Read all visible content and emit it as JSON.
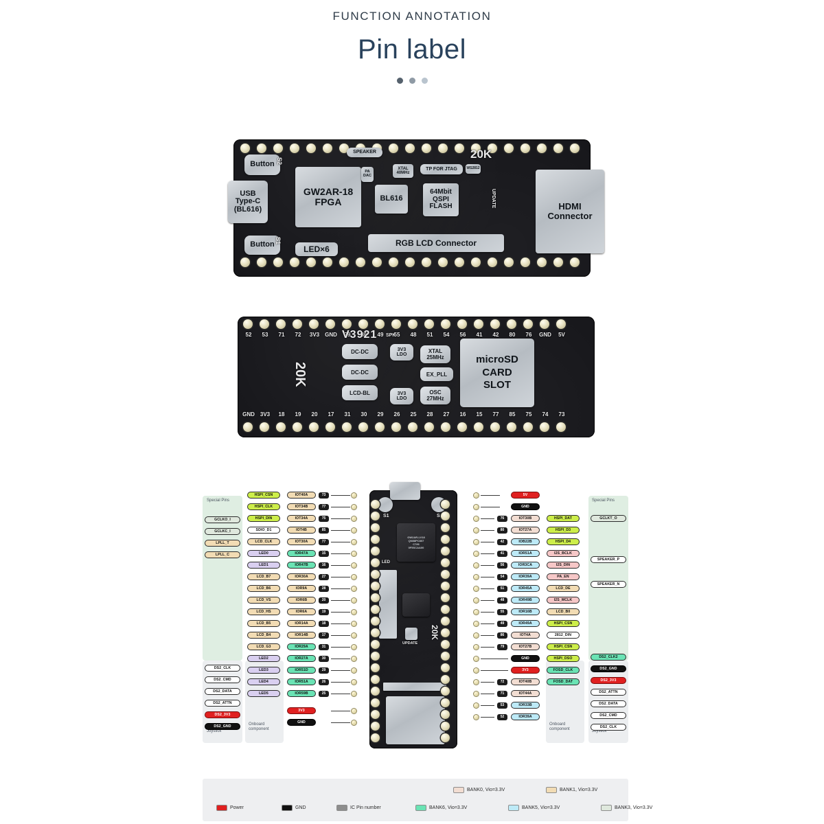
{
  "header": {
    "kicker": "FUNCTION ANNOTATION",
    "title": "Pin label",
    "dots": [
      "active",
      "mid",
      "inactive"
    ]
  },
  "board_front": {
    "labels": {
      "button_top": "Button",
      "button_bottom": "Button",
      "usb": "USB\nType-C\n(BL616)",
      "fpga": "GW2AR-18\nFPGA",
      "speaker": "SPEAKER",
      "led": "LED×6",
      "bl616": "BL616",
      "flash": "64Mbit\nQSPI\nFLASH",
      "jtag": "TP FOR JTAG",
      "xtal": "XTAL\n40MHz",
      "padac": "PA\nDAC",
      "ws2812": "WS2812",
      "twenty_k": "20K",
      "update": "UPDATE",
      "rgb_lcd": "RGB LCD Connector",
      "hdmi": "HDMI\nConnector",
      "s1": "S1",
      "s2": "S2"
    }
  },
  "board_back": {
    "top_pins": [
      "52",
      "53",
      "71",
      "72",
      "3V3",
      "GND",
      "79",
      "86",
      "49",
      "55",
      "48",
      "51",
      "54",
      "56",
      "41",
      "42",
      "80",
      "76",
      "GND",
      "5V"
    ],
    "bottom_pins": [
      "GND",
      "3V3",
      "18",
      "19",
      "20",
      "17",
      "31",
      "30",
      "29",
      "26",
      "25",
      "28",
      "27",
      "16",
      "15",
      "77",
      "85",
      "75",
      "74",
      "73"
    ],
    "labels": {
      "version": "V3921",
      "twenty_k": "20K",
      "dcdc1": "DC-DC",
      "dcdc2": "DC-DC",
      "lcd_bl": "LCD-BL",
      "ldo1": "3V3\nLDO",
      "ldo2": "3V3\nLDO",
      "xtal": "XTAL\n25MHz",
      "expll": "EX_PLL",
      "osc": "OSC\n27MHz",
      "spk": "SPK",
      "sd": "microSD\nCARD\nSLOT"
    }
  },
  "pinmap": {
    "panels": {
      "special_left": "Special Pins",
      "special_right": "Special Pins",
      "onboard_left": "Onboard\ncomponent",
      "onboard_right": "Onboard\ncomponent",
      "joystick_left": "Joystick",
      "joystick_right": "Joystick"
    },
    "board_silk": {
      "s1": "S1",
      "s2": "S2",
      "led": "LED",
      "update": "UPDATE",
      "twenty_k": "20K",
      "chip": "GW2AR-LV18\nQN88PC8/I7\nC7/I6\n0F5SCAA00"
    },
    "left_special": [
      {
        "label": "GCLKO_I",
        "color": "b-bank3"
      },
      {
        "label": "GCLKC_I",
        "color": "b-bank3"
      },
      {
        "label": "LPLL_T",
        "color": "b-bank1"
      },
      {
        "label": "LPLL_C",
        "color": "b-bank1"
      }
    ],
    "left_joystick": [
      {
        "label": "DS2_CLK",
        "color": "b-white"
      },
      {
        "label": "DS2_CMD",
        "color": "b-white"
      },
      {
        "label": "DS2_DATA",
        "color": "b-white"
      },
      {
        "label": "DS2_ATTN",
        "color": "b-white"
      },
      {
        "label": "DS2_3V3",
        "color": "b-pwr"
      },
      {
        "label": "DS2_GND",
        "color": "b-gnd"
      }
    ],
    "left_func": [
      {
        "label": "HSPI_CSN",
        "color": "b-lime"
      },
      {
        "label": "HSPI_CLK",
        "color": "b-lime"
      },
      {
        "label": "HSPI_DIN",
        "color": "b-lime"
      },
      {
        "label": "SDIO_D1",
        "color": "b-white"
      },
      {
        "label": "LCD_CLK",
        "color": "b-bank1"
      },
      {
        "label": "LED0",
        "color": "b-purp"
      },
      {
        "label": "LED1",
        "color": "b-purp"
      },
      {
        "label": "LCD_B7",
        "color": "b-bank1"
      },
      {
        "label": "LCD_B6",
        "color": "b-bank1"
      },
      {
        "label": "LCD_VS",
        "color": "b-bank1"
      },
      {
        "label": "LCD_HS",
        "color": "b-bank1"
      },
      {
        "label": "LCD_B5",
        "color": "b-bank1"
      },
      {
        "label": "LCD_B4",
        "color": "b-bank1"
      },
      {
        "label": "LCD_G3",
        "color": "b-bank1"
      },
      {
        "label": "LED2",
        "color": "b-purp"
      },
      {
        "label": "LED3",
        "color": "b-purp"
      },
      {
        "label": "LED4",
        "color": "b-purp"
      },
      {
        "label": "LED5",
        "color": "b-purp"
      }
    ],
    "left_io": [
      {
        "io": "IOT40A",
        "num": "73",
        "color": "b-bank1"
      },
      {
        "io": "IOT34B",
        "num": "77",
        "color": "b-bank1"
      },
      {
        "io": "IOT34A",
        "num": "75",
        "color": "b-bank1"
      },
      {
        "io": "IOT4B",
        "num": "85",
        "color": "b-bank1"
      },
      {
        "io": "IOT30A",
        "num": "77",
        "color": "b-bank1"
      },
      {
        "io": "IOR47A",
        "num": "15",
        "color": "b-bank6"
      },
      {
        "io": "IOR47B",
        "num": "16",
        "color": "b-bank6"
      },
      {
        "io": "IOR30A",
        "num": "27",
        "color": "b-bank1"
      },
      {
        "io": "IOR9A",
        "num": "28",
        "color": "b-bank1"
      },
      {
        "io": "IOR6B",
        "num": "20",
        "color": "b-bank1"
      },
      {
        "io": "IOR6A",
        "num": "19",
        "color": "b-bank1"
      },
      {
        "io": "IOR14A",
        "num": "18",
        "color": "b-bank1"
      },
      {
        "io": "IOR14B",
        "num": "17",
        "color": "b-bank1"
      },
      {
        "io": "IOR29A",
        "num": "31",
        "color": "b-bank6"
      },
      {
        "io": "IOR27A",
        "num": "30",
        "color": "b-bank6"
      },
      {
        "io": "IOR51D",
        "num": "29",
        "color": "b-bank6"
      },
      {
        "io": "IOR51A",
        "num": "26",
        "color": "b-bank6"
      },
      {
        "io": "IOR59B",
        "num": "25",
        "color": "b-bank6"
      }
    ],
    "left_power": [
      {
        "label": "3V3",
        "color": "b-pwr"
      },
      {
        "label": "GND",
        "color": "b-gnd"
      }
    ],
    "right_power_top": [
      {
        "label": "5V",
        "color": "b-pwr"
      },
      {
        "label": "GND",
        "color": "b-gnd"
      }
    ],
    "right_io": [
      {
        "io": "IOT30B",
        "num": "76",
        "color": "b-bank0"
      },
      {
        "io": "IOT27A",
        "num": "80",
        "color": "b-bank0"
      },
      {
        "io": "IOB22B",
        "num": "42",
        "color": "b-bank5"
      },
      {
        "io": "IOR51A",
        "num": "41",
        "color": "b-bank5"
      },
      {
        "io": "IOR3CA",
        "num": "56",
        "color": "b-bank5"
      },
      {
        "io": "IOR39A",
        "num": "54",
        "color": "b-bank5"
      },
      {
        "io": "IOR45A",
        "num": "51",
        "color": "b-bank5"
      },
      {
        "io": "IOR49B",
        "num": "48",
        "color": "b-bank5"
      },
      {
        "io": "IOR16B",
        "num": "55",
        "color": "b-bank5"
      },
      {
        "io": "IOR49A",
        "num": "49",
        "color": "b-bank5"
      },
      {
        "io": "IOT4A",
        "num": "86",
        "color": "b-bank0"
      },
      {
        "io": "IOT27B",
        "num": "79",
        "color": "b-bank0"
      }
    ],
    "right_power_mid": [
      {
        "label": "GND",
        "color": "b-gnd"
      },
      {
        "label": "3V3",
        "color": "b-pwr"
      }
    ],
    "right_io2": [
      {
        "io": "IOT40B",
        "num": "72",
        "color": "b-bank0"
      },
      {
        "io": "IOT44A",
        "num": "71",
        "color": "b-bank0"
      },
      {
        "io": "IOR33B",
        "num": "53",
        "color": "b-bank5"
      },
      {
        "io": "IOR39A",
        "num": "52",
        "color": "b-bank5"
      }
    ],
    "right_func": [
      {
        "label": "HSPI_DAT",
        "color": "b-lime"
      },
      {
        "label": "HSPI_D3",
        "color": "b-lime"
      },
      {
        "label": "HSPI_D4",
        "color": "b-lime"
      },
      {
        "label": "I2S_BCLK",
        "color": "b-pink"
      },
      {
        "label": "I2S_DIN",
        "color": "b-pink"
      },
      {
        "label": "PA_EN",
        "color": "b-pink"
      },
      {
        "label": "LCD_DE",
        "color": "b-bank1"
      },
      {
        "label": "I2S_MCLK",
        "color": "b-pink"
      },
      {
        "label": "LCD_B0",
        "color": "b-bank1"
      },
      {
        "label": "HSPI_CSN",
        "color": "b-lime"
      },
      {
        "label": "2812_DIN",
        "color": "b-white"
      },
      {
        "label": "HSPI_CSN",
        "color": "b-lime"
      },
      {
        "label": "HSPI_DSO",
        "color": "b-lime"
      },
      {
        "label": "FOSD_CLK",
        "color": "b-bank6"
      },
      {
        "label": "FOSD_DAT",
        "color": "b-bank6"
      }
    ],
    "right_special": [
      {
        "label": "GCLKT_O",
        "color": "b-bank3"
      },
      {
        "label": "SPEAKER_P",
        "color": "b-white"
      },
      {
        "label": "SPEAKER_N",
        "color": "b-white"
      }
    ],
    "right_joystick": [
      {
        "label": "DS2_CLK2",
        "color": "b-bank6"
      },
      {
        "label": "DS2_GND",
        "color": "b-gnd"
      },
      {
        "label": "DS2_3V3",
        "color": "b-pwr"
      },
      {
        "label": "DS2_ATTN",
        "color": "b-white"
      },
      {
        "label": "DS2_DATA",
        "color": "b-white"
      },
      {
        "label": "DS2_CMD",
        "color": "b-white"
      },
      {
        "label": "DS2_CLK",
        "color": "b-white"
      }
    ]
  },
  "legend": {
    "row_top": [
      {
        "label": "BANK0, Vio=3.3V",
        "color": "b-bank0"
      },
      {
        "label": "BANK1, Vio=3.3V",
        "color": "b-bank1"
      }
    ],
    "row_bottom": [
      {
        "label": "Power",
        "color": "b-pwr"
      },
      {
        "label": "GND",
        "color": "b-gnd"
      },
      {
        "label": "IC Pin number",
        "color": "b-icn"
      },
      {
        "label": "BANK6, Vio=3.3V",
        "color": "b-bank6"
      },
      {
        "label": "BANK5, Vio=3.3V",
        "color": "b-bank5"
      },
      {
        "label": "BANK3, Vio=3.3V",
        "color": "b-bank3"
      }
    ]
  }
}
